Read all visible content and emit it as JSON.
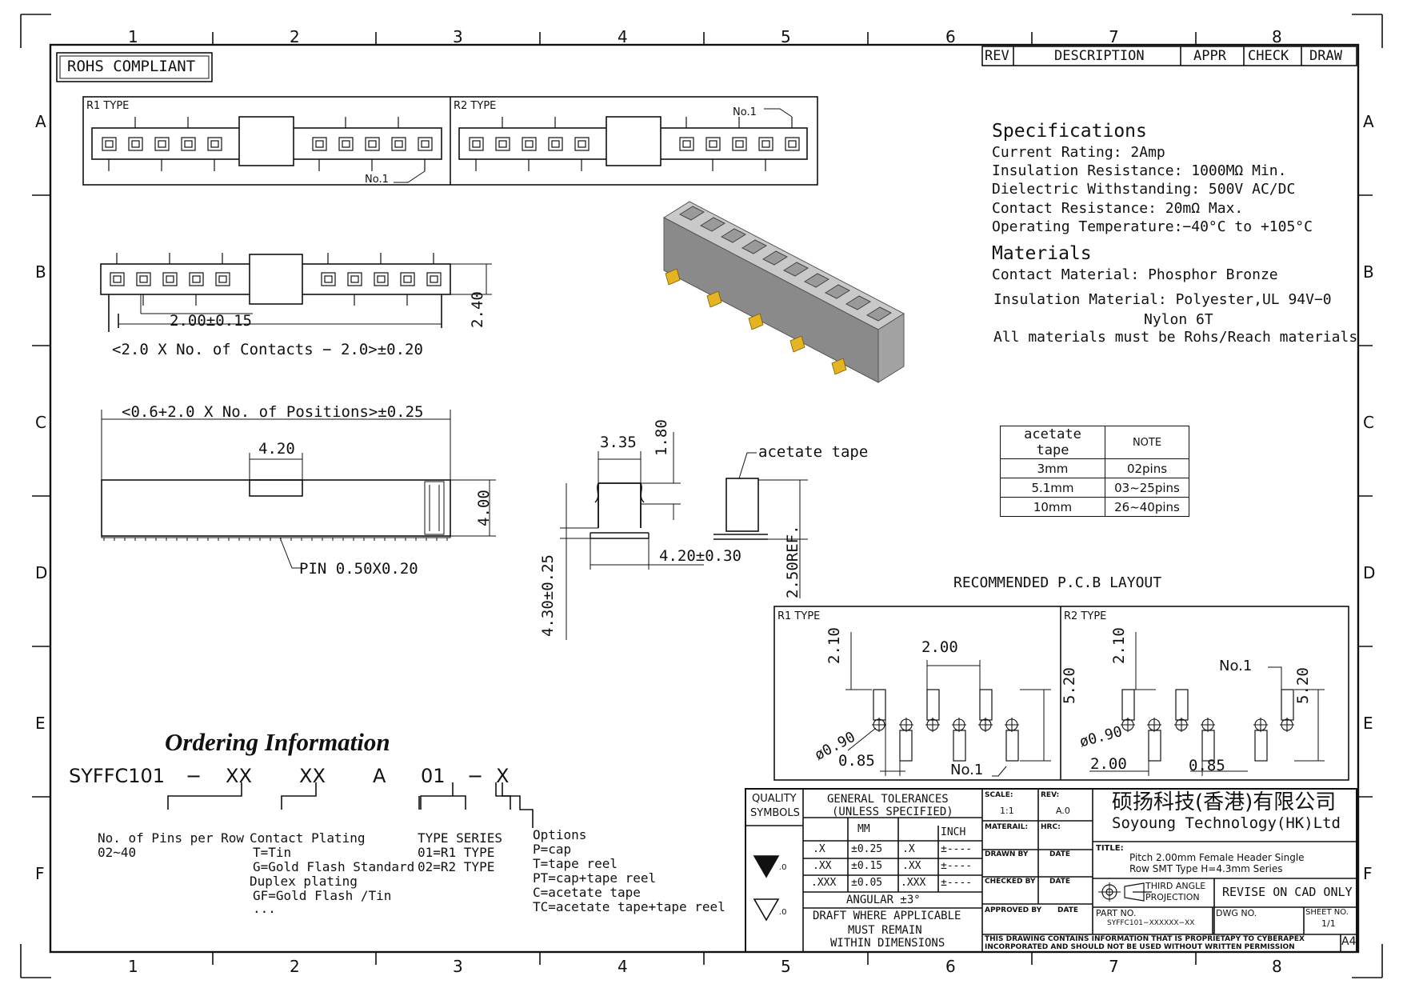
{
  "border": {
    "col_labels": [
      "1",
      "2",
      "3",
      "4",
      "5",
      "6",
      "7",
      "8"
    ],
    "row_labels": [
      "A",
      "B",
      "C",
      "D",
      "E",
      "F"
    ]
  },
  "rohs": "ROHS COMPLIANT",
  "rev_table": {
    "rev": "REV",
    "description": "DESCRIPTION",
    "appr": "APPR",
    "check": "CHECK",
    "draw": "DRAW"
  },
  "r1_type": "R1 TYPE",
  "r2_type": "R2 TYPE",
  "pin_one": "No.1",
  "specifications": {
    "title": "Specifications",
    "lines": [
      "Current Rating:   2Amp",
      "Insulation Resistance:   1000MΩ Min.",
      "Dielectric Withstanding:   500V AC/DC",
      "Contact Resistance:   20mΩ Max.",
      "Operating Temperature:−40°C to +105°C"
    ]
  },
  "materials": {
    "title": "Materials",
    "contact": "Contact Material: Phosphor Bronze",
    "insulation": "Insulation Material: Polyester,UL 94V−0",
    "nylon": "Nylon 6T",
    "all": "All materials must be Rohs/Reach materials"
  },
  "dims": {
    "pitch": "2.00±0.15",
    "contacts_formula": "<2.0 X No. of Contacts − 2.0>±0.20",
    "height_240": "2.40",
    "positions_formula": "<0.6+2.0 X No. of Positions>±0.25",
    "w_420": "4.20",
    "h_400": "4.00",
    "pin": "PIN 0.50X0.20",
    "w_335": "3.35",
    "h_180": "1.80",
    "acetate": "acetate tape",
    "h_430": "4.30±0.25",
    "w_420_030": "4.20±0.30",
    "ref_250": "2.50REF."
  },
  "acetate_table": {
    "headers": [
      "acetate tape",
      "NOTE"
    ],
    "rows": [
      [
        "3mm",
        "02pins"
      ],
      [
        "5.1mm",
        "03~25pins"
      ],
      [
        "10mm",
        "26~40pins"
      ]
    ]
  },
  "pcb": {
    "title": "RECOMMENDED P.C.B LAYOUT",
    "d_210": "2.10",
    "d_200": "2.00",
    "d_520": "5.20",
    "d_090": "ø0.90",
    "d_085": "0.85",
    "no1": "No.1"
  },
  "ordering": {
    "title": "Ordering Information",
    "code": [
      "SYFFC101",
      "−",
      "XX",
      "XX",
      "A",
      "01",
      "−",
      "X"
    ],
    "pins_title": "No. of Pins per Row",
    "pins_range": "02~40",
    "plating_title": "Contact Plating",
    "plating_lines": [
      "T=Tin",
      "G=Gold Flash Standard",
      "Duplex plating",
      "GF=Gold Flash /Tin",
      "..."
    ],
    "series_title": "TYPE SERIES",
    "series_lines": [
      "01=R1 TYPE",
      "02=R2 TYPE"
    ],
    "options_title": "Options",
    "options_lines": [
      "P=cap",
      "T=tape reel",
      "PT=cap+tape reel",
      "C=acetate tape",
      "TC=acetate tape+tape reel"
    ]
  },
  "title_block": {
    "quality": "QUALITY",
    "symbols": "SYMBOLS",
    "general": "GENERAL TOLERANCES",
    "unless": "(UNLESS SPECIFIED)",
    "mm": "MM",
    "inch": "INCH",
    "tol_rows": [
      [
        ".X",
        "±0.25",
        ".X",
        "±----"
      ],
      [
        ".XX",
        "±0.15",
        ".XX",
        "±----"
      ],
      [
        ".XXX",
        "±0.05",
        ".XXX",
        "±----"
      ]
    ],
    "angular": "ANGULAR ±3°",
    "draft": [
      "DRAFT WHERE APPLICABLE",
      "MUST REMAIN",
      "WITHIN DIMENSIONS"
    ],
    "sym_sub": ".0",
    "scale_lbl": "SCALE:",
    "scale_val": "1:1",
    "rev_lbl": "REV:",
    "rev_val": "A.0",
    "material_lbl": "MATERAIL:",
    "hrc_lbl": "HRC:",
    "drawn_lbl": "DRAWN BY",
    "date_lbl": "DATE",
    "checked_lbl": "CHECKED BY",
    "approved_lbl": "APPROVED BY",
    "company_cn": "硕扬科技(香港)有限公司",
    "company_en": "Soyoung Technology(HK)Ltd",
    "title_lbl": "TITLE:",
    "title_l1": "Pitch 2.00mm Female Header Single",
    "title_l2": "Row SMT Type H=4.3mm Series",
    "third_angle_1": "THIRD ANGLE",
    "third_angle_2": "PROJECTION",
    "revise": "REVISE ON CAD ONLY",
    "part_lbl": "PART NO.",
    "part_val": "SYFFC101−XXXXXX−XX",
    "dwg_lbl": "DWG NO.",
    "sheet_lbl": "SHEET NO.",
    "sheet_val": "1/1",
    "notice_1": "THIS DRAWING CONTAINS INFORMATION THAT IS PROPRIETAPY TO CYBERAPEX",
    "notice_2": "INCORPORATED AND SHOULD NOT BE USED WITHOUT WRITTEN PERMISSION",
    "size": "A4"
  }
}
